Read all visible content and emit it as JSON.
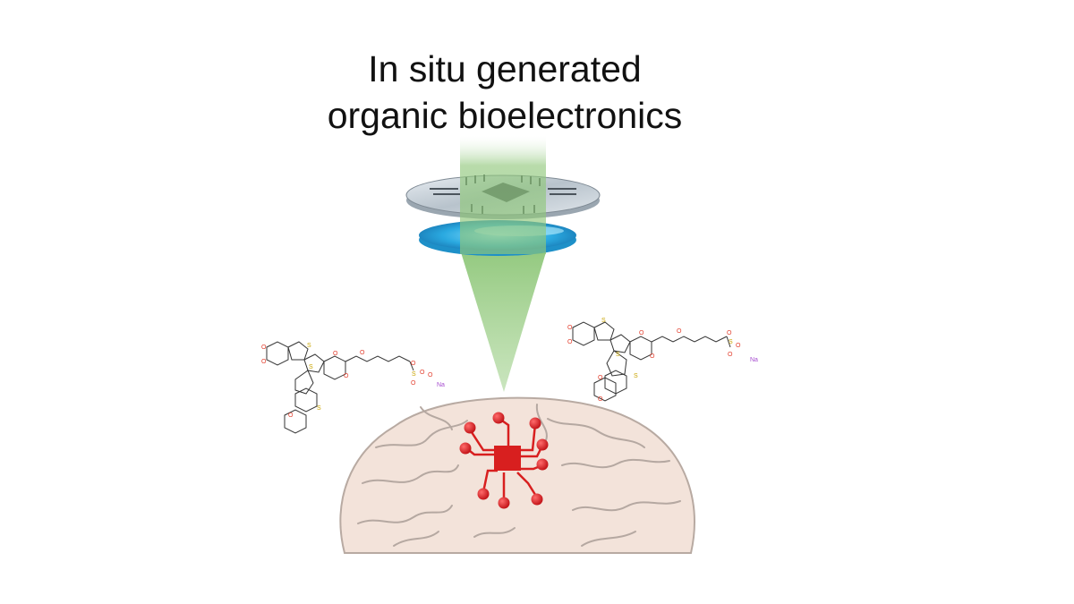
{
  "title": {
    "line1": "In situ generated",
    "line2": "organic bioelectronics"
  },
  "molecule_left": {
    "atoms": [
      "O",
      "O",
      "S",
      "S",
      "O",
      "O",
      "O",
      "S",
      "O",
      "O",
      "O",
      "O",
      "S",
      "O",
      "Na"
    ]
  },
  "molecule_right": {
    "atoms": [
      "S",
      "O",
      "O",
      "O",
      "O",
      "S",
      "O",
      "S",
      "O",
      "O",
      "O",
      "S",
      "O",
      "O",
      "Na"
    ]
  },
  "colors": {
    "beam": "#7fbf6a",
    "lens": "#29a8df",
    "chip": "#d81f1f",
    "brain": "#f3e3da",
    "bond": "#333333",
    "oxygen": "#e23b2a",
    "sulfur": "#c9a400",
    "sodium": "#a64ccf"
  }
}
